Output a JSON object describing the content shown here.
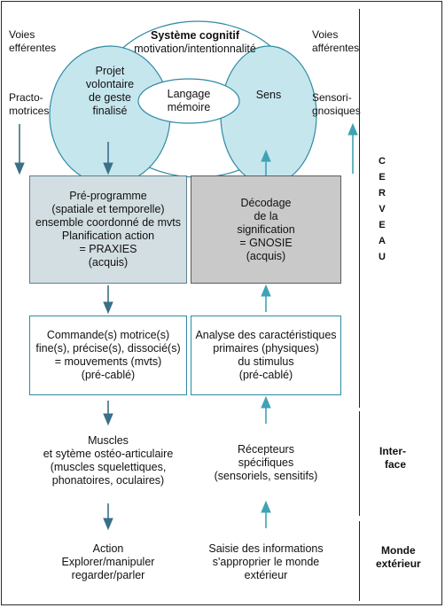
{
  "colors": {
    "ellipse_fill": "#c6e6ee",
    "ellipse_stroke": "#2e8aa3",
    "arrow_down": "#3a6f88",
    "arrow_up": "#3fa3b4",
    "box_blue_fill": "#d3dee2",
    "box_grey_fill": "#c9c9c9",
    "box_outline": "#2e8aa3"
  },
  "top": {
    "voies_efferentes": [
      "Voies",
      "efférentes"
    ],
    "voies_afferentes": [
      "Voies",
      "afférentes"
    ],
    "practo": [
      "Practo-",
      "motrices"
    ],
    "sensori": [
      "Sensori-",
      "gnosiques"
    ],
    "systeme_title": "Système cognitif",
    "systeme_sub": "motivation/intentionnalité",
    "projet": [
      "Projet",
      "volontaire",
      "de geste",
      "finalisé"
    ],
    "langage": [
      "Langage",
      "mémoire"
    ],
    "sens": "Sens"
  },
  "left_column": {
    "preprogramme": [
      "Pré-programme",
      "(spatiale et temporelle)",
      "ensemble coordonné de mvts",
      "Planification action",
      "= PRAXIES",
      "(acquis)"
    ],
    "commande": [
      "Commande(s) motrice(s)",
      "fine(s), précise(s), dissocié(s)",
      "= mouvements (mvts)",
      "(pré-cablé)"
    ],
    "muscles": [
      "Muscles",
      "et sytème ostéo-articulaire",
      "(muscles squelettiques,",
      "phonatoires, oculaires)"
    ],
    "action": [
      "Action",
      "Explorer/manipuler",
      "regarder/parler"
    ]
  },
  "right_column": {
    "decodage": [
      "Décodage",
      "de la",
      "signification",
      "= GNOSIE",
      "(acquis)"
    ],
    "analyse": [
      "Analyse des caractéristiques",
      "primaires (physiques)",
      "du stimulus",
      "(pré-cablé)"
    ],
    "recepteurs": [
      "Récepteurs",
      "spécifiques",
      "(sensoriels, sensitifs)"
    ],
    "saisie": [
      "Saisie des informations",
      "s'approprier le monde",
      "extérieur"
    ]
  },
  "side_labels": {
    "cerveau": [
      "C",
      "E",
      "R",
      "V",
      "E",
      "A",
      "U"
    ],
    "interface": [
      "Inter-",
      "face"
    ],
    "monde": [
      "Monde",
      "extérieur"
    ]
  }
}
